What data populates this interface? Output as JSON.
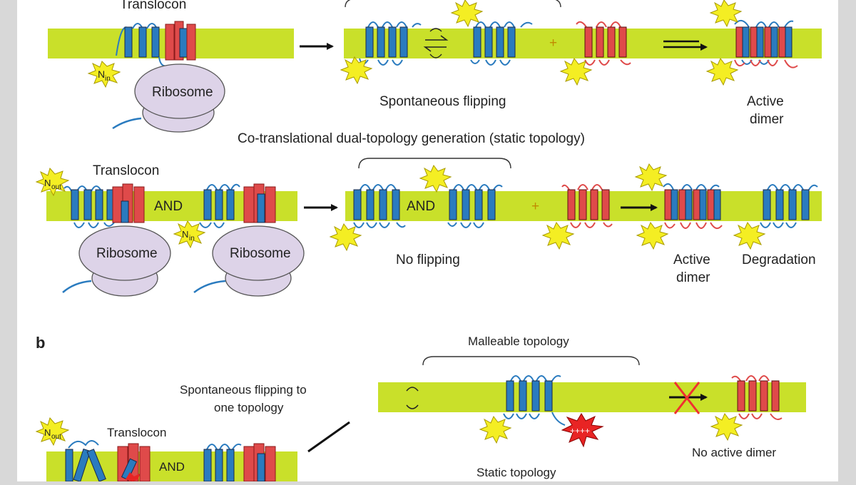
{
  "colors": {
    "background": "#ffffff",
    "frame": "#d8d8d8",
    "membrane": "#c9e02a",
    "helix_blue": "#2a7bbf",
    "helix_red": "#df4a4a",
    "ribosome": "#ddd3e8",
    "nterm_star": "#f4ee23",
    "charge_star": "#e82424",
    "cross": "#f03030"
  },
  "icons": {
    "n_terminus": "yellow-star-icon",
    "positive_charge": "red-star-icon",
    "blocked": "red-x-icon",
    "flip": "circular-arrows-icon",
    "equilibrium": "equilibrium-arrows-icon"
  },
  "labels": {
    "translocon": "Translocon",
    "ribosome": "Ribosome",
    "n_in_main": "N",
    "n_in_sub": "in",
    "n_out_main": "N",
    "n_out_sub": "out",
    "and": "AND",
    "plus": "+",
    "spontaneous_flipping": "Spontaneous flipping",
    "active": "Active",
    "dimer": "dimer",
    "cotranslational_heading": "Co-translational dual-topology generation (static topology)",
    "no_flipping": "No flipping",
    "degradation": "Degradation",
    "panel_b": "b",
    "malleable_topology": "Malleable topology",
    "spontaneous_flipping_to_line1": "Spontaneous flipping to",
    "spontaneous_flipping_to_line2": "one topology",
    "no_active_dimer": "No active dimer",
    "static_topology": "Static topology",
    "charges": "++++"
  }
}
